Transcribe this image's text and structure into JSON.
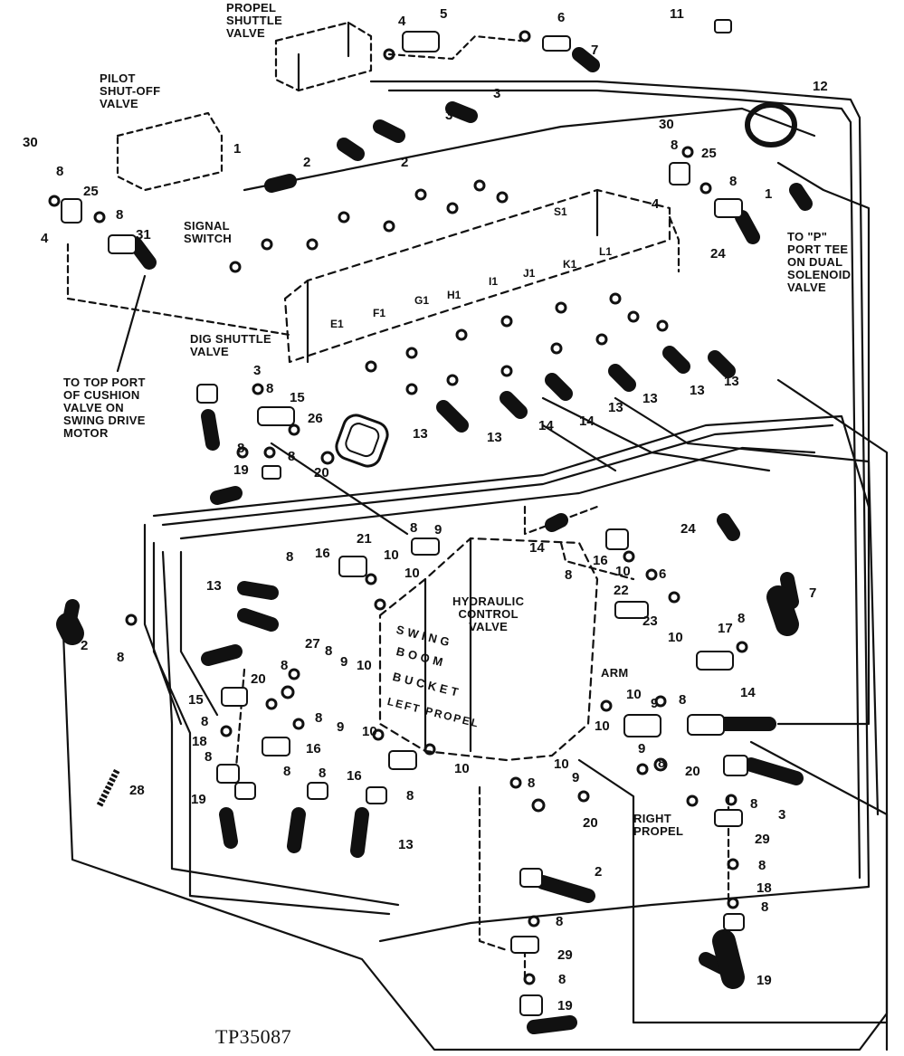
{
  "figure_id": "TP35087",
  "colors": {
    "ink": "#111111",
    "paper": "#ffffff"
  },
  "labels": {
    "propel_shuttle_valve": "PROPEL\nSHUTTLE\nVALVE",
    "pilot_shutoff_valve": "PILOT\nSHUT-OFF\nVALVE",
    "signal_switch": "SIGNAL\nSWITCH",
    "dig_shuttle_valve": "DIG SHUTTLE\nVALVE",
    "to_top_port": "TO TOP PORT\nOF CUSHION\nVALVE ON\nSWING DRIVE\nMOTOR",
    "to_p_port": "TO \"P\"\nPORT TEE\nON DUAL\nSOLENOID\nVALVE",
    "hydraulic_control_valve": "HYDRAULIC\nCONTROL\nVALVE",
    "arm": "ARM",
    "right_propel": "RIGHT\nPROPEL"
  },
  "valve_sections": [
    "SWING",
    "BOOM",
    "BUCKET",
    "LEFT PROPEL"
  ],
  "port_labels": [
    "S1",
    "L1",
    "K1",
    "J1",
    "I1",
    "H1",
    "G1",
    "F1",
    "E1"
  ],
  "callouts": {
    "c_11": "11",
    "c_12": "12",
    "c_6a": "6",
    "c_5": "5",
    "c_4a": "4",
    "c_7a": "7",
    "c_3a": "3",
    "c_3b": "3",
    "c_2a": "2",
    "c_2b": "2",
    "c_1a": "1",
    "c_30a": "30",
    "c_8a": "8",
    "c_25a": "25",
    "c_8b": "8",
    "c_4b": "4",
    "c_31": "31",
    "c_30b": "30",
    "c_8c": "8",
    "c_25b": "25",
    "c_8d": "8",
    "c_4c": "4",
    "c_1b": "1",
    "c_24a": "24",
    "c_13a": "13",
    "c_13b": "13",
    "c_13c": "13",
    "c_13d": "13",
    "c_13e": "13",
    "c_13f": "13",
    "c_14a": "14",
    "c_14b": "14",
    "c_3c": "3",
    "c_8e": "8",
    "c_15a": "15",
    "c_26": "26",
    "c_8f": "8",
    "c_8g": "8",
    "c_20a": "20",
    "c_19a": "19",
    "c_8h": "8",
    "c_9h": "9",
    "c_14c": "14",
    "c_8i": "8",
    "c_16a": "16",
    "c_10i": "10",
    "c_24b": "24",
    "c_6b": "6",
    "c_7b": "7",
    "c_22": "22",
    "c_23": "23",
    "c_17": "17",
    "c_8j": "8",
    "c_10j": "10",
    "c_13g": "13",
    "c_8k": "8",
    "c_16b": "16",
    "c_21": "21",
    "c_10k": "10",
    "c_10l": "10",
    "c_2c": "2",
    "c_8l": "8",
    "c_27": "27",
    "c_8m": "8",
    "c_9m": "9",
    "c_10m": "10",
    "c_8n": "8",
    "c_20b": "20",
    "c_15b": "15",
    "c_8o": "8",
    "c_18a": "18",
    "c_8p": "8",
    "c_16c": "16",
    "c_8q": "8",
    "c_9q": "9",
    "c_10q": "10",
    "c_8r": "8",
    "c_19b": "19",
    "c_28": "28",
    "c_16d": "16",
    "c_8s": "8",
    "c_8t": "8",
    "c_10s": "10",
    "c_13h": "13",
    "c_10t": "10",
    "c_9t": "9",
    "c_8u": "8",
    "c_10u": "10",
    "c_9u": "9",
    "c_14d": "14",
    "c_10v": "10",
    "c_9v": "9",
    "c_8v": "8",
    "c_20c": "20",
    "c_8w": "8",
    "c_20d": "20",
    "c_3d": "3",
    "c_8x": "8",
    "c_29a": "29",
    "c_8y": "8",
    "c_18b": "18",
    "c_8z": "8",
    "c_19c": "19",
    "c_2d": "2",
    "c_8aa": "8",
    "c_29b": "29",
    "c_8ab": "8",
    "c_19d": "19"
  }
}
